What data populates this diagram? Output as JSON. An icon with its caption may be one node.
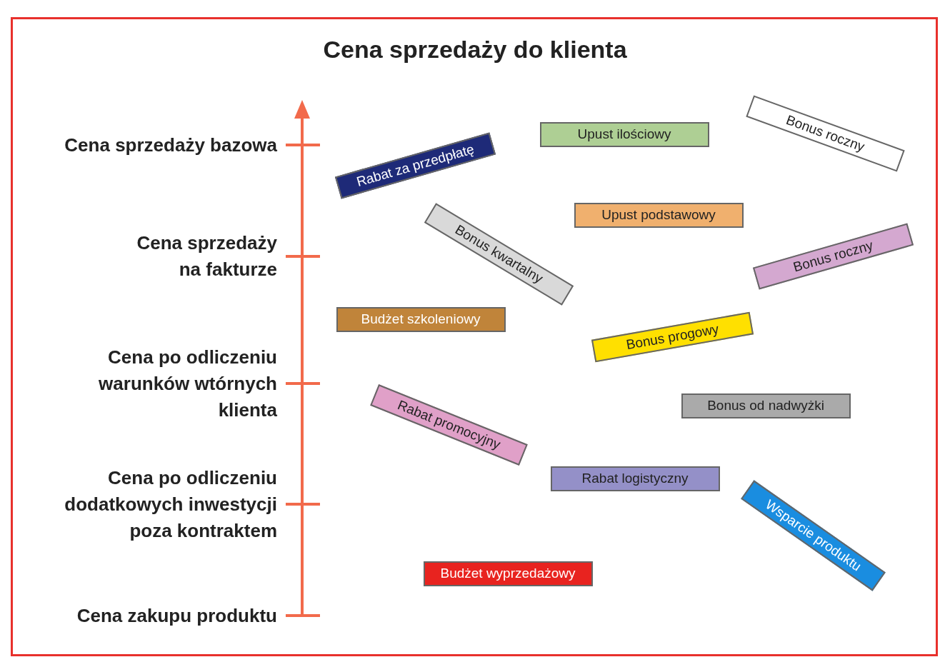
{
  "diagram": {
    "title": "Cena sprzedaży do klienta",
    "nodes": [
      {
        "text": [
          "Upust ilościowy"
        ]
      },
      {
        "text": [
          "Bonus roczny"
        ]
      },
      {
        "text": [
          "Rabat za przedpłatę"
        ]
      },
      {
        "text": [
          "Upust podstawowy"
        ]
      },
      {
        "text": [
          "Bonus kwartalny"
        ]
      },
      {
        "text": [
          "Bonus roczny"
        ]
      },
      {
        "text": [
          "Budżet szkoleniowy"
        ]
      },
      {
        "text": [
          "Bonus progowy"
        ]
      },
      {
        "text": [
          "Bonus od nadwyżki"
        ]
      },
      {
        "text": [
          "Rabat promocyjny"
        ]
      },
      {
        "text": [
          "Rabat logistyczny"
        ]
      },
      {
        "text": [
          "Wsparcie produktu"
        ]
      },
      {
        "text": [
          "Budżet wyprzedażowy"
        ]
      }
    ],
    "edges": [],
    "labels": [
      "Cena sprzedaży bazowa",
      "Cena sprzedaży na fakturze",
      "Cena po odliczeniu warunków wtórnych klienta",
      "Cena po odliczeniu dodatkowych inwestycji poza kontraktem",
      "Cena zakupu produktu"
    ]
  }
}
